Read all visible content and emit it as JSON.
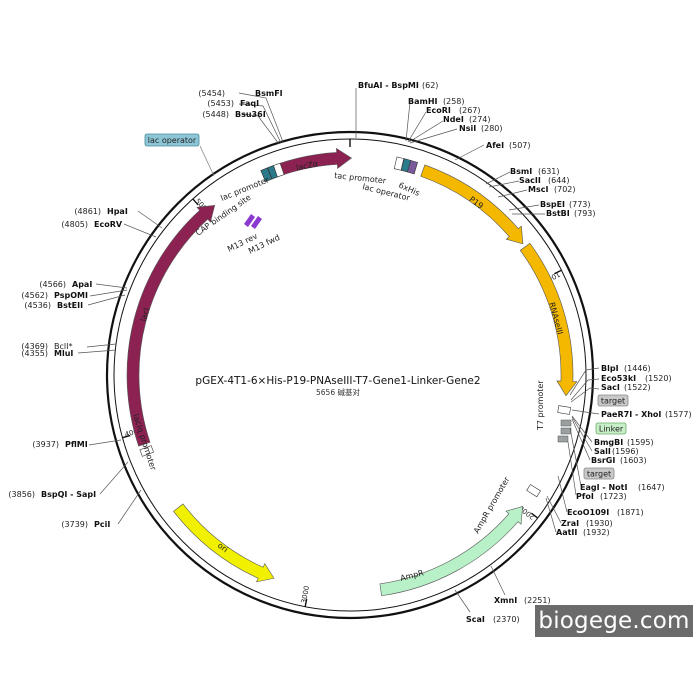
{
  "title": "pGEX-4T1-6×His-P19-PNAseIII-T7-Gene1-Linker-Gene2",
  "subtitle": "5656 碱基对",
  "total_bp": 5656,
  "watermark": "biogege.com",
  "ticks": [
    {
      "bp": 0,
      "label": ""
    },
    {
      "bp": 1000,
      "label": "1000"
    },
    {
      "bp": 2000,
      "label": "2000"
    },
    {
      "bp": 3000,
      "label": "3000"
    },
    {
      "bp": 4000,
      "label": "4000"
    },
    {
      "bp": 5000,
      "label": "5000"
    }
  ],
  "features": [
    {
      "name": "lacZα",
      "start": 5286,
      "end": 6,
      "color": "#8b2252",
      "kind": "arrow",
      "strand": 1,
      "label_inside": true
    },
    {
      "name": "lacI",
      "start": 3950,
      "end": 5050,
      "color": "#8b2252",
      "kind": "arrow",
      "strand": 1,
      "label_inside": true
    },
    {
      "name": "P19",
      "start": 308,
      "end": 830,
      "color": "#f5b800",
      "kind": "arrow",
      "strand": 1,
      "label_inside": true
    },
    {
      "name": "RNAseIII",
      "start": 845,
      "end": 1500,
      "color": "#f5b800",
      "kind": "arrow",
      "strand": 1,
      "label_inside": true
    },
    {
      "name": "AmpR",
      "start": 2000,
      "end": 2700,
      "color": "#b8f0c8",
      "kind": "arrow",
      "strand": -1,
      "label_inside": false
    },
    {
      "name": "ori",
      "start": 3150,
      "end": 3650,
      "color": "#f0f000",
      "kind": "arrow",
      "strand": -1,
      "label_inside": true
    }
  ],
  "small_features": [
    {
      "name": "lac operator",
      "bp": 5330,
      "color": "#2a7a8a"
    },
    {
      "name": "lac promoter",
      "bp": 5355,
      "color": "#ffffff"
    },
    {
      "name": "CAP binding site",
      "bp": 5300,
      "color": "#2a7a8a"
    },
    {
      "name": "tac promoter",
      "bp": 205,
      "color": "#ffffff"
    },
    {
      "name": "lac operator",
      "bp": 235,
      "color": "#2a7a8a"
    },
    {
      "name": "6xHis",
      "bp": 263,
      "color": "#7a5a9a"
    },
    {
      "name": "T7 promoter",
      "bp": 1560,
      "color": "#ffffff"
    },
    {
      "name": "lacIq promoter",
      "bp": 3920,
      "color": "#ffffff"
    },
    {
      "name": "AmpR promoter",
      "bp": 1920,
      "color": "#ffffff"
    }
  ],
  "inner_primers": [
    {
      "name": "M13 rev"
    },
    {
      "name": "M13 fwd"
    }
  ],
  "tags": [
    {
      "name": "lac operator",
      "color": "#8cc6d6",
      "border": "#4a8aa0"
    },
    {
      "name": "target",
      "color": "#c8c8c8",
      "border": "#888888"
    },
    {
      "name": "Linker",
      "color": "#c8f0c8",
      "border": "#6aaa6a"
    },
    {
      "name": "target",
      "color": "#c8c8c8",
      "border": "#888888"
    }
  ],
  "sites_top": [
    {
      "name": "BsmFI",
      "pos": "(5454)"
    },
    {
      "name": "FaqI",
      "pos": "(5453)"
    },
    {
      "name": "Bsu36I",
      "pos": "(5448)"
    },
    {
      "name": "BfuAI - BspMI",
      "pos": "(62)"
    },
    {
      "name": "BamHI",
      "pos": "(258)"
    },
    {
      "name": "EcoRI",
      "pos": "(267)"
    },
    {
      "name": "NdeI",
      "pos": "(274)"
    },
    {
      "name": "NsiI",
      "pos": "(280)"
    },
    {
      "name": "AfeI",
      "pos": "(507)"
    },
    {
      "name": "BsmI",
      "pos": "(631)"
    },
    {
      "name": "SacII",
      "pos": "(644)"
    },
    {
      "name": "MscI",
      "pos": "(702)"
    },
    {
      "name": "BspEI",
      "pos": "(773)"
    },
    {
      "name": "BstBI",
      "pos": "(793)"
    }
  ],
  "sites_right": [
    {
      "name": "BlpI",
      "pos": "(1446)"
    },
    {
      "name": "Eco53kI",
      "pos": "(1520)"
    },
    {
      "name": "SacI",
      "pos": "(1522)"
    },
    {
      "name": "PaeR7I - XhoI",
      "pos": "(1577)"
    },
    {
      "name": "BmgBI",
      "pos": "(1595)"
    },
    {
      "name": "SalI",
      "pos": "(1596)"
    },
    {
      "name": "BsrGI",
      "pos": "(1603)"
    },
    {
      "name": "EagI - NotI",
      "pos": "(1647)"
    },
    {
      "name": "PfoI",
      "pos": "(1723)"
    },
    {
      "name": "EcoO109I",
      "pos": "(1871)"
    },
    {
      "name": "ZraI",
      "pos": "(1930)"
    },
    {
      "name": "AatII",
      "pos": "(1932)"
    },
    {
      "name": "XmnI",
      "pos": "(2251)"
    },
    {
      "name": "ScaI",
      "pos": "(2370)"
    }
  ],
  "sites_left": [
    {
      "name": "HpaI",
      "pos": "(4861)"
    },
    {
      "name": "EcoRV",
      "pos": "(4805)"
    },
    {
      "name": "ApaI",
      "pos": "(4566)"
    },
    {
      "name": "PspOMI",
      "pos": "(4562)"
    },
    {
      "name": "BstEII",
      "pos": "(4536)"
    },
    {
      "name": "BclI*",
      "pos": "(4369)"
    },
    {
      "name": "MluI",
      "pos": "(4355)"
    },
    {
      "name": "PflMI",
      "pos": "(3937)"
    },
    {
      "name": "BspQI - SapI",
      "pos": "(3856)"
    },
    {
      "name": "PciI",
      "pos": "(3739)"
    }
  ]
}
